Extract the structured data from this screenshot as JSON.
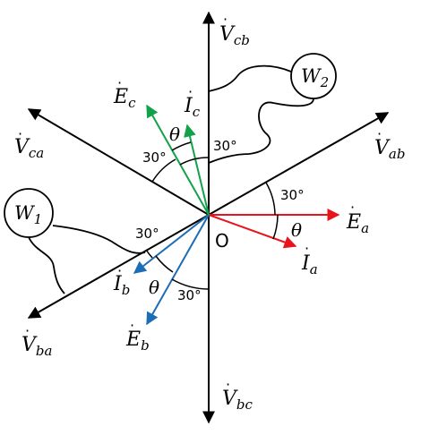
{
  "voltages": {
    "Vcb": {
      "main": "V",
      "sub": "cb"
    },
    "Vab": {
      "main": "V",
      "sub": "ab"
    },
    "Vca": {
      "main": "V",
      "sub": "ca"
    },
    "Vba": {
      "main": "V",
      "sub": "ba"
    },
    "Vbc": {
      "main": "V",
      "sub": "bc"
    }
  },
  "phase_voltages": {
    "Ea": {
      "main": "E",
      "sub": "a"
    },
    "Eb": {
      "main": "E",
      "sub": "b"
    },
    "Ec": {
      "main": "E",
      "sub": "c"
    }
  },
  "currents": {
    "Ia": {
      "main": "I",
      "sub": "a"
    },
    "Ib": {
      "main": "I",
      "sub": "b"
    },
    "Ic": {
      "main": "I",
      "sub": "c"
    }
  },
  "meters": {
    "W1": {
      "main": "W",
      "sub": "1"
    },
    "W2": {
      "main": "W",
      "sub": "2"
    }
  },
  "angles": {
    "deg30": "30°",
    "theta": "θ"
  },
  "origin_label": "O",
  "dot_mark": "·",
  "colors": {
    "line": "#000000",
    "phase_a": "#e8141b",
    "phase_b": "#1b6db5",
    "phase_c": "#12a24a"
  }
}
